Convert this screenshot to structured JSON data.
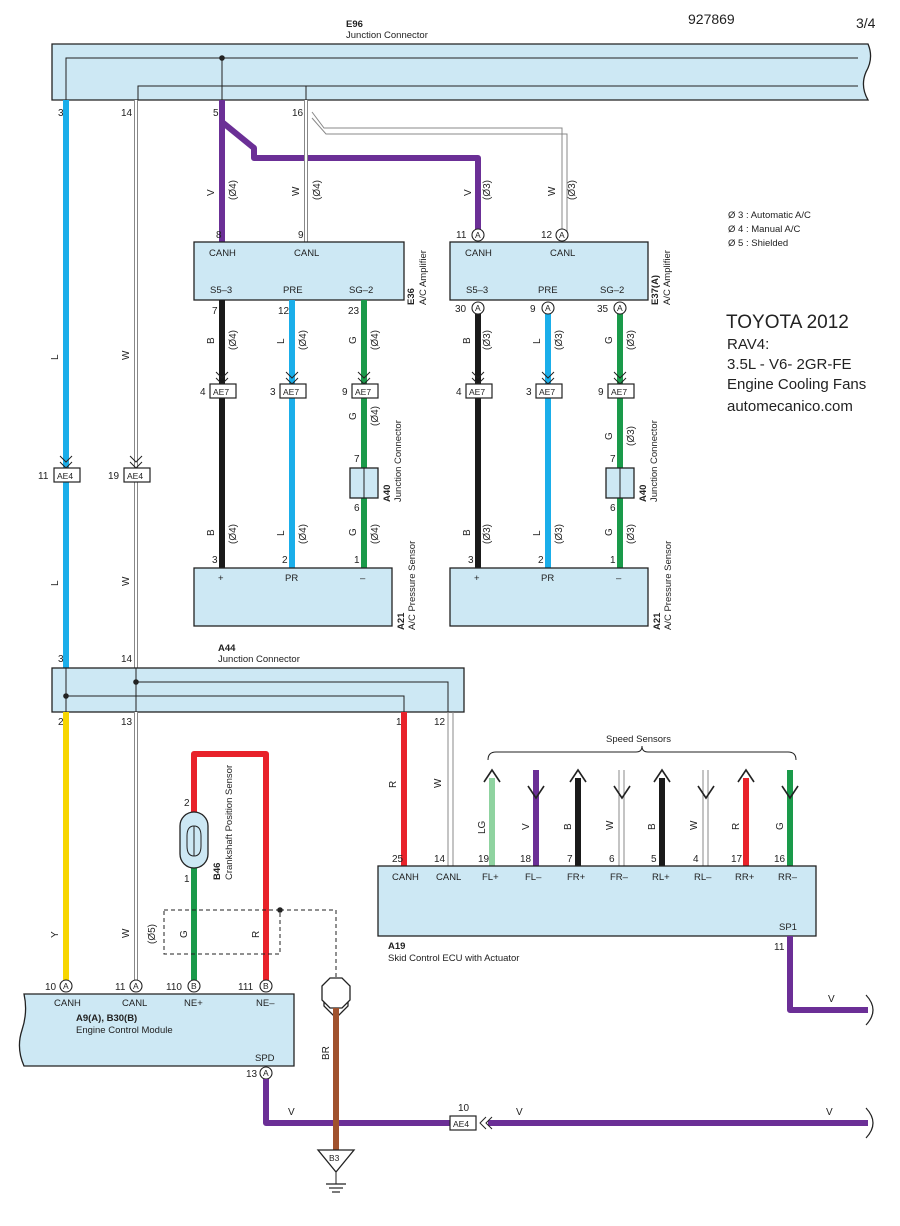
{
  "header": {
    "diagram_number": "927869",
    "page": "3/4"
  },
  "brand": {
    "title": "TOYOTA 2012",
    "model": "RAV4:",
    "engine": "3.5L - V6- 2GR-FE",
    "system": "Engine Cooling Fans",
    "site": "automecanico.com"
  },
  "legend": {
    "items": [
      "Ø 3 : Automatic A/C",
      "Ø 4 : Manual A/C",
      "Ø 5 : Shielded"
    ]
  },
  "colors": {
    "L": "#1aaeea",
    "V": "#6b2f96",
    "B": "#1a1a1a",
    "G": "#1a9a4a",
    "Y": "#f7d600",
    "R": "#e8222a",
    "BR": "#a0522d",
    "LG": "#8fd3a0",
    "W": "#ffffff",
    "box": "#cde8f4"
  },
  "components": {
    "e96": {
      "code": "E96",
      "name": "Junction Connector",
      "pins": [
        "3",
        "14",
        "5",
        "16"
      ]
    },
    "e36": {
      "code": "E36",
      "name": "A/C Amplifier",
      "top": [
        "CANH",
        "CANL"
      ],
      "bottom": [
        "S5–3",
        "PRE",
        "SG–2"
      ],
      "top_pins": [
        "8",
        "9"
      ],
      "bottom_pins": [
        "7",
        "12",
        "23"
      ]
    },
    "e37": {
      "code": "E37(A)",
      "name": "A/C Amplifier",
      "top": [
        "CANH",
        "CANL"
      ],
      "bottom": [
        "S5–3",
        "PRE",
        "SG–2"
      ],
      "top_pins": [
        "11",
        "12"
      ],
      "bottom_pins": [
        "30",
        "9",
        "35"
      ],
      "circle": "A"
    },
    "ae7": {
      "code": "AE7",
      "pins": [
        "4",
        "3",
        "9"
      ]
    },
    "a40": {
      "code": "A40",
      "name": "Junction Connector",
      "pins": [
        "7",
        "6"
      ]
    },
    "a21": {
      "code": "A21",
      "name": "A/C Pressure Sensor",
      "terms": [
        "+",
        "PR",
        "–"
      ],
      "pins": [
        "3",
        "2",
        "1"
      ]
    },
    "ae4": {
      "code": "AE4",
      "pins": [
        "11",
        "19",
        "10"
      ]
    },
    "a44": {
      "code": "A44",
      "name": "Junction Connector",
      "top_pins": [
        "3",
        "14"
      ],
      "bottom_pins": [
        "2",
        "13",
        "1",
        "12"
      ]
    },
    "b46": {
      "code": "B46",
      "name": "Crankshaft Position Sensor",
      "pins": [
        "2",
        "1"
      ]
    },
    "a19": {
      "code": "A19",
      "name": "Skid Control ECU with Actuator",
      "group": "Speed Sensors",
      "terms": [
        "CANH",
        "CANL",
        "FL+",
        "FL–",
        "FR+",
        "FR–",
        "RL+",
        "RL–",
        "RR+",
        "RR–"
      ],
      "pins": [
        "25",
        "14",
        "19",
        "18",
        "7",
        "6",
        "5",
        "4",
        "17",
        "16"
      ],
      "spd": "SP1",
      "spd_pin": "11"
    },
    "ecm": {
      "code": "A9(A), B30(B)",
      "name": "Engine Control Module",
      "terms": [
        "CANH",
        "CANL",
        "NE+",
        "NE–"
      ],
      "pins": [
        "10",
        "11",
        "110",
        "111"
      ],
      "circles": [
        "A",
        "A",
        "B",
        "B"
      ],
      "spd": "SPD",
      "spd_pin": "13"
    },
    "ground": {
      "code": "B3"
    }
  },
  "wire_labels": {
    "L": "L",
    "W": "W",
    "V": "V",
    "B": "B",
    "G": "G",
    "Y": "Y",
    "R": "R",
    "BR": "BR",
    "LG": "LG",
    "opt3": "(Ø3)",
    "opt4": "(Ø4)",
    "opt5": "(Ø5)"
  }
}
